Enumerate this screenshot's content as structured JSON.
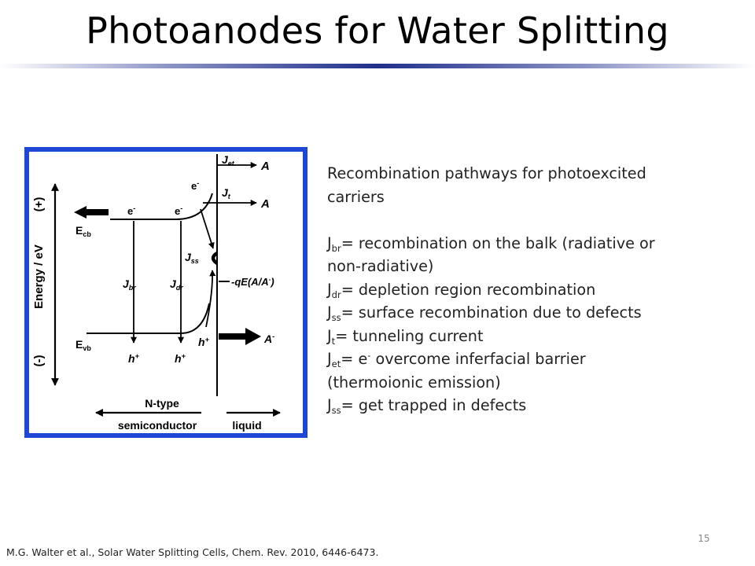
{
  "slide": {
    "title": "Photoanodes for Water Splitting",
    "page_number": "15",
    "citation": "M.G. Walter et al., Solar Water Splitting Cells, Chem. Rev. 2010, 6446-6473."
  },
  "figure": {
    "frame_color": "#1f47d6",
    "y_axis_label": "Energy / eV",
    "y_axis_top": "(+)",
    "y_axis_bottom": "(-)",
    "ecb": {
      "main": "E",
      "sub": "cb"
    },
    "evb": {
      "main": "E",
      "sub": "vb"
    },
    "electron": {
      "main": "e",
      "sup": "-"
    },
    "hole": {
      "main": "h",
      "sup": "+"
    },
    "j_br": {
      "main": "J",
      "sub": "br"
    },
    "j_dr": {
      "main": "J",
      "sub": "dr"
    },
    "j_ss": {
      "main": "J",
      "sub": "ss"
    },
    "j_et": {
      "main": "J",
      "sub": "et"
    },
    "j_t": {
      "main": "J",
      "sub": "t"
    },
    "acceptor": "A",
    "acceptor_reduced": {
      "main": "A",
      "sup": "-"
    },
    "redox_level": {
      "text": "-qE(A/A",
      "sup": "-",
      "close": ")"
    },
    "n_type": "N-type",
    "semiconductor": "semiconductor",
    "liquid": "liquid"
  },
  "notes": {
    "intro": "Recombination pathways for photoexcited carriers",
    "intro_line1": "Recombination pathways for photoexcited",
    "intro_line2": "carriers",
    "j_br": {
      "main": "J",
      "sub": "br",
      "text_line1": "= recombination on the balk (radiative or",
      "text_line2": "non-radiative)"
    },
    "j_dr": {
      "main": "J",
      "sub": "dr",
      "text": "= depletion region recombination"
    },
    "j_ss_1": {
      "main": "J",
      "sub": "ss",
      "text": "= surface recombination due to defects"
    },
    "j_t": {
      "main": "J",
      "sub": "t",
      "text": "= tunneling current"
    },
    "j_et": {
      "main": "J",
      "sub": "et",
      "text_a": "= e",
      "sup": "-",
      "text_b": " overcome inferfacial barrier",
      "text_line2": "(thermoionic emission)"
    },
    "j_ss_2": {
      "main": "J",
      "sub": "ss",
      "text": "= get trapped in defects"
    }
  }
}
